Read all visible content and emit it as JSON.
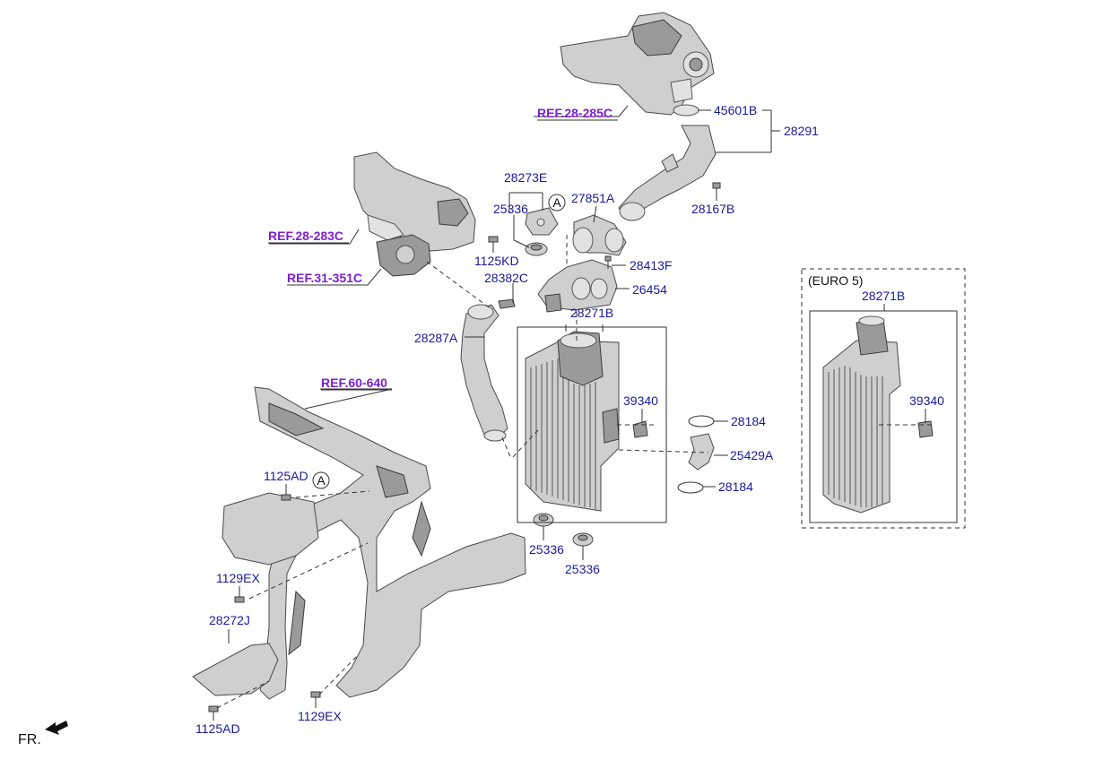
{
  "refs": {
    "r1": "REF.28-285C",
    "r2": "REF.28-283C",
    "r3": "REF.31-351C",
    "r4": "REF.60-640"
  },
  "labels": {
    "p45601B": "45601B",
    "p28291": "28291",
    "p28167B": "28167B",
    "p28273E": "28273E",
    "p27851A": "27851A",
    "p25336_top": "25336",
    "p1125KD": "1125KD",
    "p28413F": "28413F",
    "p28382C": "28382C",
    "p26454": "26454",
    "p28271B": "28271B",
    "p28287A": "28287A",
    "p39340": "39340",
    "p28184_top": "28184",
    "p25429A": "25429A",
    "p28184_bot": "28184",
    "p25336_a": "25336",
    "p25336_b": "25336",
    "p1125AD_top": "1125AD",
    "p1129EX_left": "1129EX",
    "p28272J": "28272J",
    "p1125AD_bot": "1125AD",
    "p1129EX_bot": "1129EX",
    "euro_title": "(EURO 5)",
    "euro_28271B": "28271B",
    "euro_39340": "39340"
  },
  "markers": {
    "a1": "A",
    "a2": "A"
  },
  "direction": "FR.",
  "colors": {
    "part_label": "#1a1a9a",
    "ref_label": "#7a1fd6"
  }
}
